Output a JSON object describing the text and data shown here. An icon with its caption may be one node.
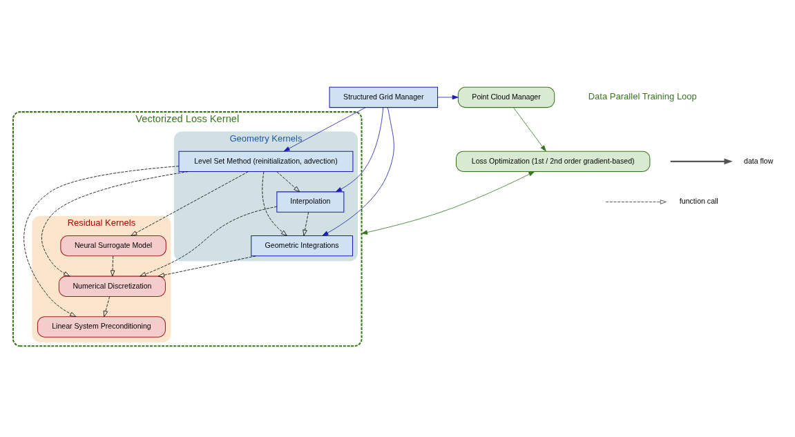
{
  "diagram": {
    "nodes": [
      {
        "text": [
          "Loss Optimization (1st / 2nd order gradient-based)"
        ]
      },
      {
        "text": [
          "Vectorized Loss Kernel"
        ]
      },
      {
        "text": [
          "Geometry Kernels"
        ],
        "in": 1
      },
      {
        "text": [
          "Geometric Integrations"
        ],
        "in": 2
      },
      {
        "text": [
          "Level Set Method (reinitialization, advection)"
        ],
        "in": 2
      },
      {
        "text": [
          "Interpolation"
        ],
        "in": 2
      },
      {
        "text": [
          "Residual Kernels"
        ],
        "in": 1
      },
      {
        "text": [
          "Linear System Preconditioning"
        ],
        "in": 6
      },
      {
        "text": [
          "Numerical Discretization"
        ],
        "in": 6
      },
      {
        "text": [
          "Neural Surrogate Model"
        ],
        "in": 6
      },
      {
        "text": [
          "Structured Grid Manager"
        ]
      },
      {
        "text": [
          "Point Cloud Manager"
        ]
      }
    ],
    "edges": [
      {
        "from": 0,
        "to": 1,
        "arrow": "both",
        "color": "#38761d"
      },
      {
        "from": 11,
        "to": 0,
        "arrow": "to",
        "color": "#38761d"
      },
      {
        "from": 4,
        "to": 3,
        "arrow": "to",
        "style": "dashed"
      },
      {
        "from": 4,
        "to": 5,
        "arrow": "to",
        "style": "dashed"
      },
      {
        "from": 5,
        "to": 3,
        "arrow": "to",
        "style": "dashed"
      },
      {
        "from": 3,
        "to": 8,
        "arrow": "to",
        "style": "dashed"
      },
      {
        "from": 4,
        "to": 7,
        "arrow": "to",
        "style": "dashed"
      },
      {
        "from": 4,
        "to": 8,
        "arrow": "to",
        "style": "dashed"
      },
      {
        "from": 4,
        "to": 9,
        "arrow": "to",
        "style": "dashed"
      },
      {
        "from": 5,
        "to": 8,
        "arrow": "to",
        "style": "dashed"
      },
      {
        "from": 9,
        "to": 8,
        "arrow": "to",
        "style": "dashed"
      },
      {
        "from": 8,
        "to": 7,
        "arrow": "to",
        "style": "dashed"
      },
      {
        "from": 10,
        "to": 3,
        "arrow": "to",
        "color": "#1c1cb4"
      },
      {
        "from": 10,
        "to": 4,
        "arrow": "to",
        "color": "#1c1cb4"
      },
      {
        "from": 10,
        "to": 5,
        "arrow": "to",
        "color": "#1c1cb4"
      },
      {
        "from": 10,
        "to": 11,
        "arrow": "to",
        "color": "#1c1cb4"
      }
    ],
    "labels": [
      "Data Parallel Training Loop"
    ],
    "legend": [
      {
        "text": "data flow"
      },
      {
        "text": "function call"
      }
    ]
  }
}
